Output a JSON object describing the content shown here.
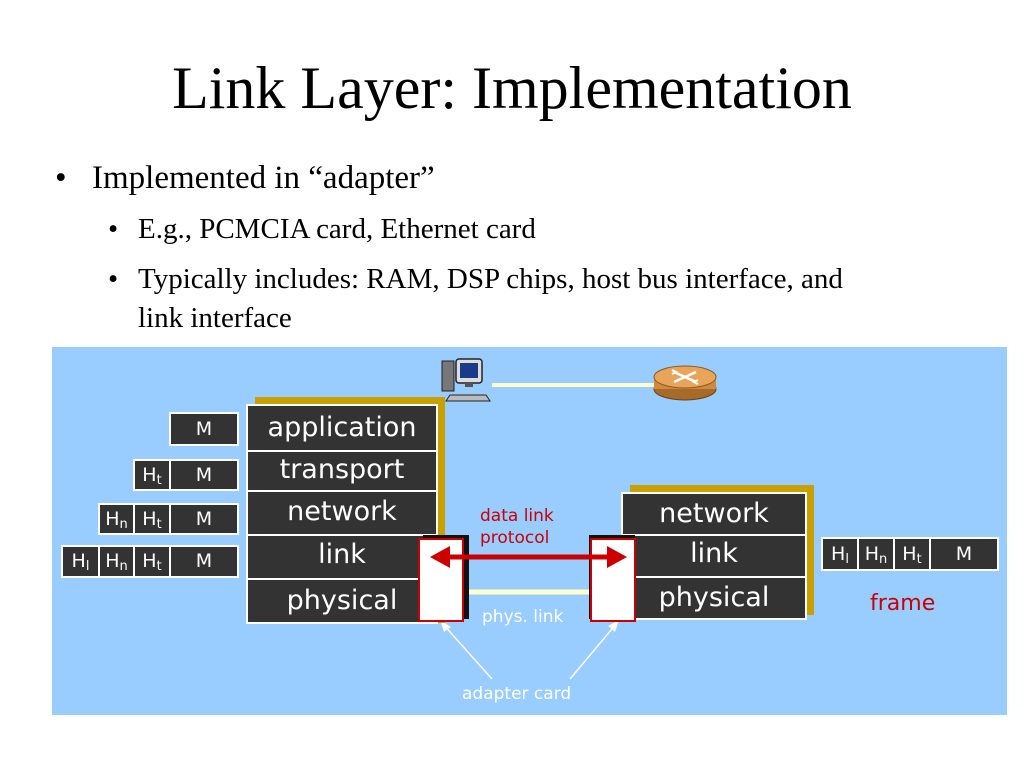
{
  "slide": {
    "title": "Link Layer: Implementation",
    "bullet_main": "Implemented in “adapter”",
    "bullet_sub": [
      "E.g., PCMCIA card, Ethernet card",
      "Typically includes: RAM, DSP chips, host bus interface, and",
      "link interface"
    ],
    "bullet_char": "•"
  },
  "diagram": {
    "encap_rows": [
      {
        "cells": [
          {
            "t": "M",
            "s": ""
          }
        ]
      },
      {
        "cells": [
          {
            "t": "H",
            "s": "t"
          },
          {
            "t": "M",
            "s": ""
          }
        ]
      },
      {
        "cells": [
          {
            "t": "H",
            "s": "n"
          },
          {
            "t": "H",
            "s": "t"
          },
          {
            "t": "M",
            "s": ""
          }
        ]
      },
      {
        "cells": [
          {
            "t": "H",
            "s": "l"
          },
          {
            "t": "H",
            "s": "n"
          },
          {
            "t": "H",
            "s": "t"
          },
          {
            "t": "M",
            "s": ""
          }
        ]
      }
    ],
    "host_layers": [
      "application",
      "transport",
      "network",
      "link",
      "physical"
    ],
    "router_layers": [
      "network",
      "link",
      "physical"
    ],
    "frame_cells": [
      {
        "t": "H",
        "s": "l"
      },
      {
        "t": "H",
        "s": "n"
      },
      {
        "t": "H",
        "s": "t"
      },
      {
        "t": "M",
        "s": ""
      }
    ],
    "frame_label": "frame",
    "protocol_label_1": "data link",
    "protocol_label_2": "protocol",
    "phys_link_label": "phys. link",
    "adapter_label": "adapter card",
    "colors": {
      "panel": "#99ccff",
      "box": "#333333",
      "shadow": "#c8a000",
      "accent": "#cc0000"
    },
    "icons": [
      "computer-icon",
      "router-icon"
    ]
  }
}
